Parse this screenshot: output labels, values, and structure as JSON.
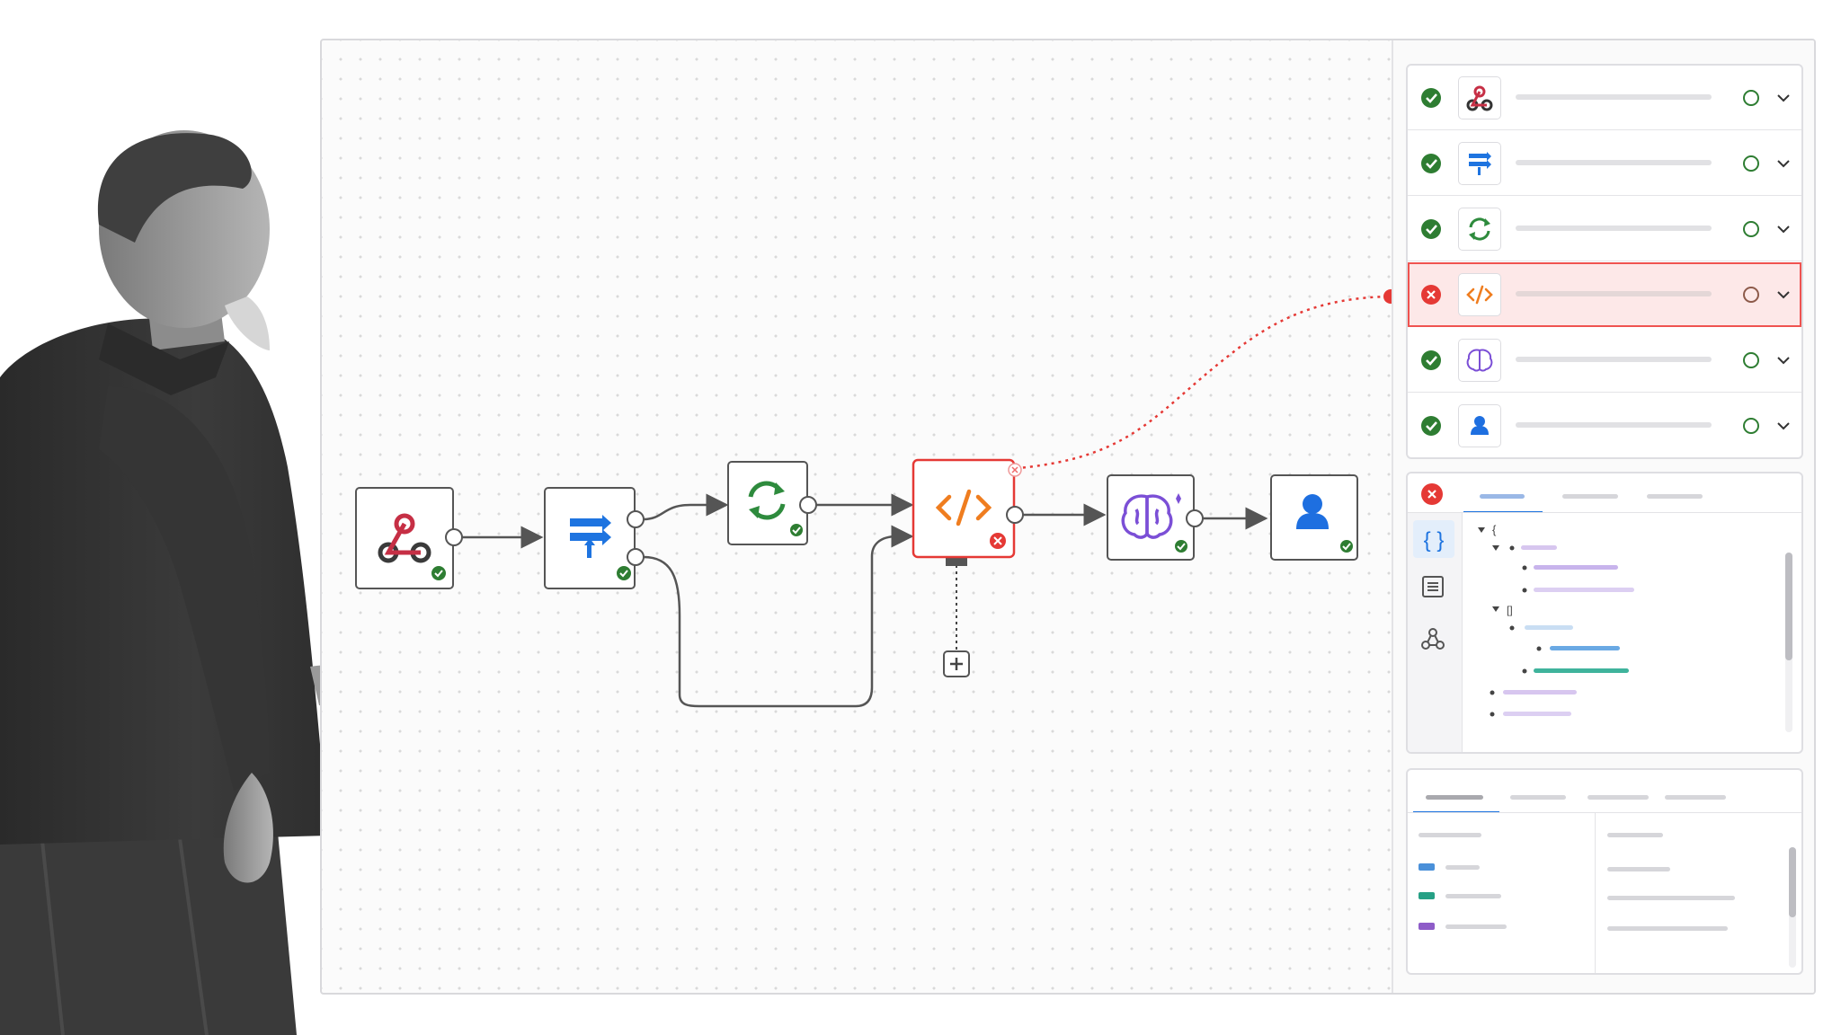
{
  "colors": {
    "success": "#2e7d32",
    "error": "#e53935",
    "webhook": "#c62f45",
    "filter": "#1e74e0",
    "loop": "#2e8b3d",
    "code": "#ef7d1f",
    "ai": "#7b4fd6",
    "user": "#1e6fe0",
    "connector": "#555555",
    "error_link": "#e53935"
  },
  "workflow": {
    "nodes": [
      {
        "id": "webhook",
        "icon": "webhook-icon",
        "status": "success"
      },
      {
        "id": "filter",
        "icon": "filter-route-icon",
        "status": "success"
      },
      {
        "id": "loop",
        "icon": "loop-sync-icon",
        "status": "success"
      },
      {
        "id": "code",
        "icon": "code-icon",
        "status": "error",
        "selected": true
      },
      {
        "id": "ai",
        "icon": "ai-brain-icon",
        "status": "success"
      },
      {
        "id": "user",
        "icon": "user-icon",
        "status": "success"
      }
    ],
    "add_node": {
      "icon": "plus-icon"
    }
  },
  "execution_list": {
    "rows": [
      {
        "icon": "webhook-icon",
        "status": "success"
      },
      {
        "icon": "filter-route-icon",
        "status": "success"
      },
      {
        "icon": "loop-sync-icon",
        "status": "success"
      },
      {
        "icon": "code-icon",
        "status": "error",
        "highlighted": true
      },
      {
        "icon": "ai-brain-icon",
        "status": "success"
      },
      {
        "icon": "user-icon",
        "status": "success"
      }
    ]
  },
  "inspector": {
    "status": "error",
    "side_icons": [
      "json-braces-icon",
      "list-icon",
      "graph-icon"
    ],
    "tree_glyphs": {
      "object_open": "{",
      "array_open": "[]"
    }
  },
  "output_panel": {
    "legend_colors": [
      "#4a90d9",
      "#26a085",
      "#8e5cc8"
    ]
  }
}
